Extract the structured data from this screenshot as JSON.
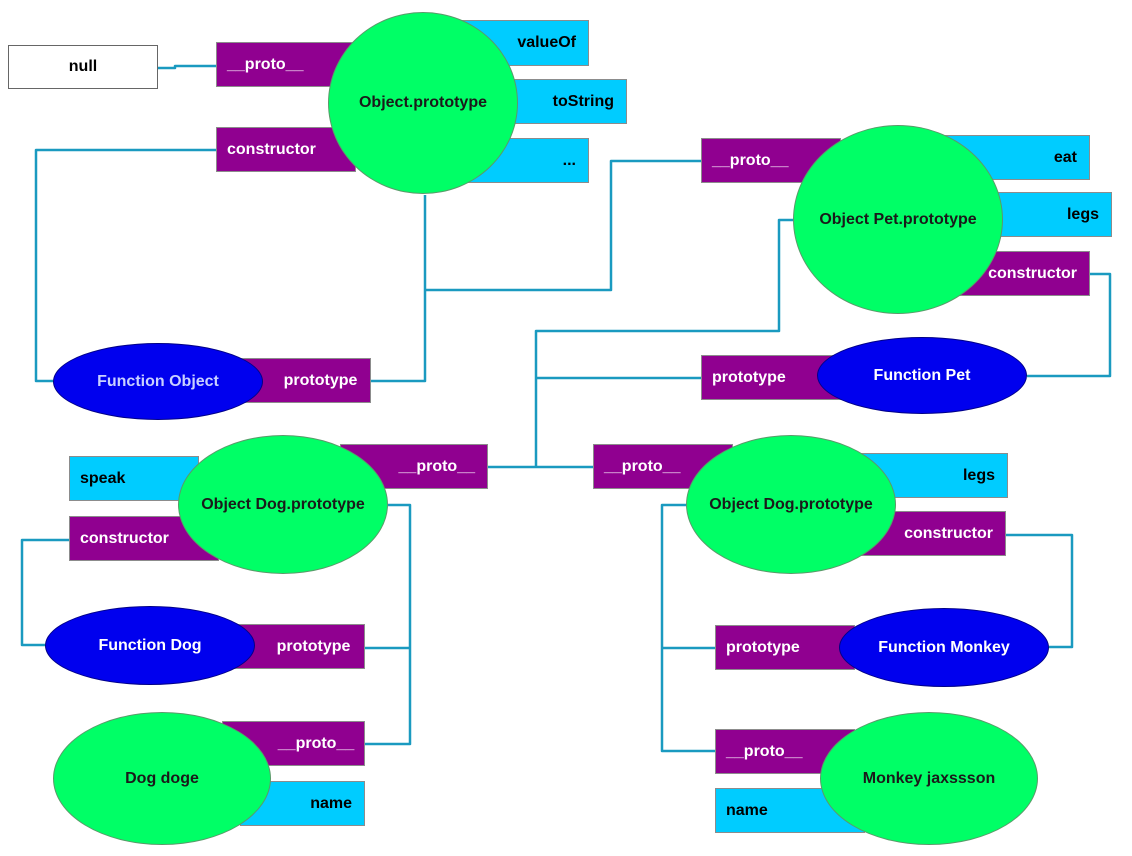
{
  "null_box": {
    "label": "null"
  },
  "object_proto": {
    "name": "Object.prototype",
    "proto": "__proto__",
    "constructor": "constructor",
    "props": [
      "valueOf",
      "toString",
      "..."
    ]
  },
  "function_object": {
    "name": "Function  Object",
    "prototype": "prototype"
  },
  "pet_proto": {
    "name": "Object  Pet.prototype",
    "proto": "__proto__",
    "props": [
      "eat",
      "legs"
    ],
    "constructor": "constructor"
  },
  "function_pet": {
    "name": "Function  Pet",
    "prototype": "prototype"
  },
  "dog_proto": {
    "name": "Object  Dog.prototype",
    "proto": "__proto__",
    "speak": "speak",
    "constructor": "constructor"
  },
  "function_dog": {
    "name": "Function  Dog",
    "prototype": "prototype"
  },
  "dog_instance": {
    "name": "Dog  doge",
    "proto": "__proto__",
    "prop": "name"
  },
  "monkey_proto": {
    "name": "Object  Dog.prototype",
    "proto": "__proto__",
    "legs": "legs",
    "constructor": "constructor"
  },
  "function_monkey": {
    "name": "Function  Monkey",
    "prototype": "prototype"
  },
  "monkey_instance": {
    "name": "Monkey  jaxssson",
    "proto": "__proto__",
    "prop": "name"
  },
  "colors": {
    "link": "#1a9ac0",
    "purple": "#900090",
    "cyan": "#00ccff",
    "green": "#00ff66",
    "blue": "#0000ee"
  }
}
